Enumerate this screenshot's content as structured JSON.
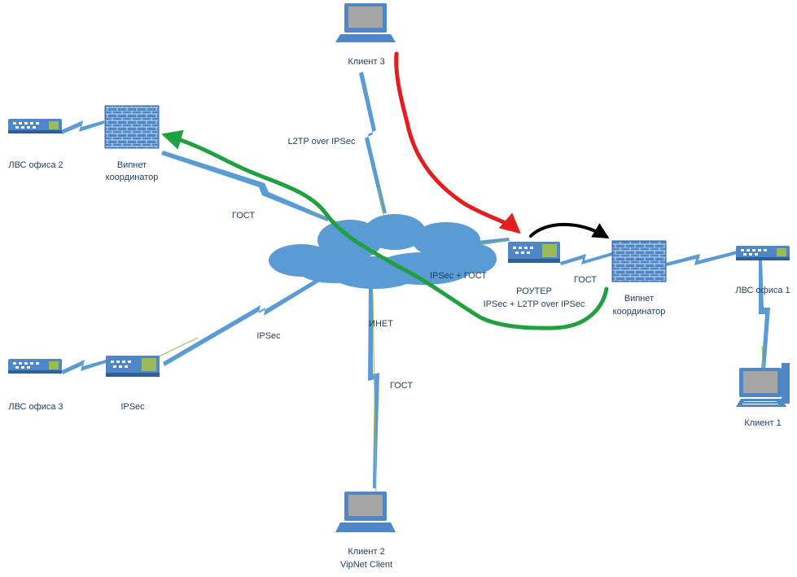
{
  "colors": {
    "device": "#4f86c6",
    "device_dark": "#2e5f9a",
    "cloud": "#5b9bd5",
    "link": "#5b9bd5",
    "thin_link": "#9bbb59",
    "arrow_red": "#e02020",
    "arrow_black": "#000000",
    "arrow_green": "#20a040",
    "label": "#1f3d5c"
  },
  "icons": {
    "switch": "network-switch-icon",
    "firewall": "firewall-icon",
    "router": "router-icon",
    "laptop": "laptop-icon",
    "desktop": "desktop-computer-icon",
    "cloud": "internet-cloud-icon",
    "link": "lightning-link-icon"
  },
  "nodes": {
    "client3": "Клиент 3",
    "lan_office2": "ЛВС офиса 2",
    "vipnet_coord_left_1": "Випнет",
    "vipnet_coord_left_2": "координатор",
    "lan_office3": "ЛВС офиса 3",
    "ipsec_device": "IPSec",
    "router_1": "РОУТЕР",
    "router_2": "IPSec + L2TP over IPSec",
    "vipnet_coord_right_1": "Випнет",
    "vipnet_coord_right_2": "координатор",
    "lan_office1": "ЛВС офиса 1",
    "client1": "Клиент 1",
    "client2_1": "Клиент 2",
    "client2_2": "VipNet Client"
  },
  "links": {
    "l2tp": "L2TP over IPSec",
    "gost_left": "ГОСТ",
    "ipsec_gost": "IPSec + ГОСТ",
    "gost_right": "ГОСТ",
    "ipsec_left": "IPSec",
    "inet": "ИНЕТ",
    "gost_bottom": "ГОСТ"
  }
}
